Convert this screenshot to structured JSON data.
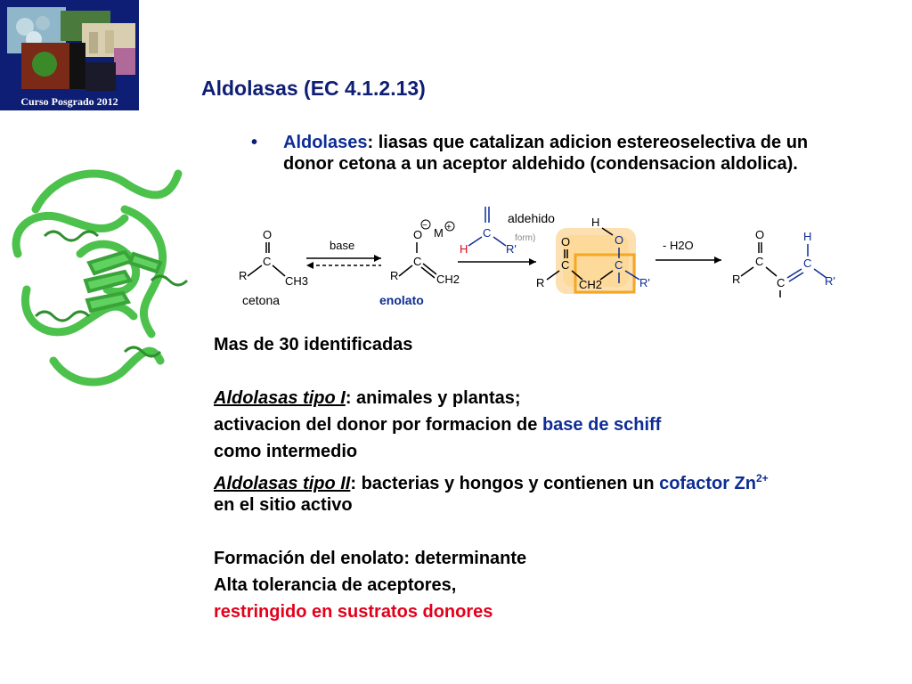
{
  "logo": {
    "caption": "Curso Posgrado 2012"
  },
  "slide": {
    "title": "Aldolasas (EC 4.1.2.13)"
  },
  "bullet": {
    "symbol": "•",
    "term": "Aldolases",
    "line1_rest": ": liasas que catalizan adicion estereoselectiva de un",
    "line2": "donor cetona a un aceptor aldehido (condensacion aldolica)."
  },
  "scheme": {
    "arrow_base_label": "base",
    "minus_h2o_label": "- H2O",
    "label_cetona": "cetona",
    "label_enolato": "enolato",
    "label_aldehido": "aldehido",
    "label_form": "form)",
    "atoms": {
      "O": "O",
      "C": "C",
      "R": "R",
      "CH3": "CH3",
      "CH2": "CH2",
      "H": "H",
      "Rp": "R'",
      "M": "M",
      "minus": "−",
      "plus": "+"
    }
  },
  "body": {
    "l1": "Mas de 30 identificadas",
    "l2_term": "Aldolasas tipo I",
    "l2_rest": ": animales y plantas;",
    "l3_pre": "activacion del donor por formacion de ",
    "l3_blue": "base de schiff",
    "l4": "como intermedio",
    "l5_term": "Aldolasas tipo II",
    "l5_mid": ": bacterias y hongos y contienen un ",
    "l5_blue": "cofactor Zn",
    "l5_sup": "2+",
    "l6": "en el sitio activo",
    "l7": "Formación del enolato: determinante",
    "l8": "Alta tolerancia de aceptores,",
    "l9": "restringido en sustratos donores"
  },
  "colors": {
    "title": "#0e1e74",
    "accent_blue": "#0e2d94",
    "accent_red": "#e3001b",
    "protein_green": "#4cc24c",
    "highlight_orange": "#f5a623",
    "logo_bg": "#0e1e74"
  }
}
